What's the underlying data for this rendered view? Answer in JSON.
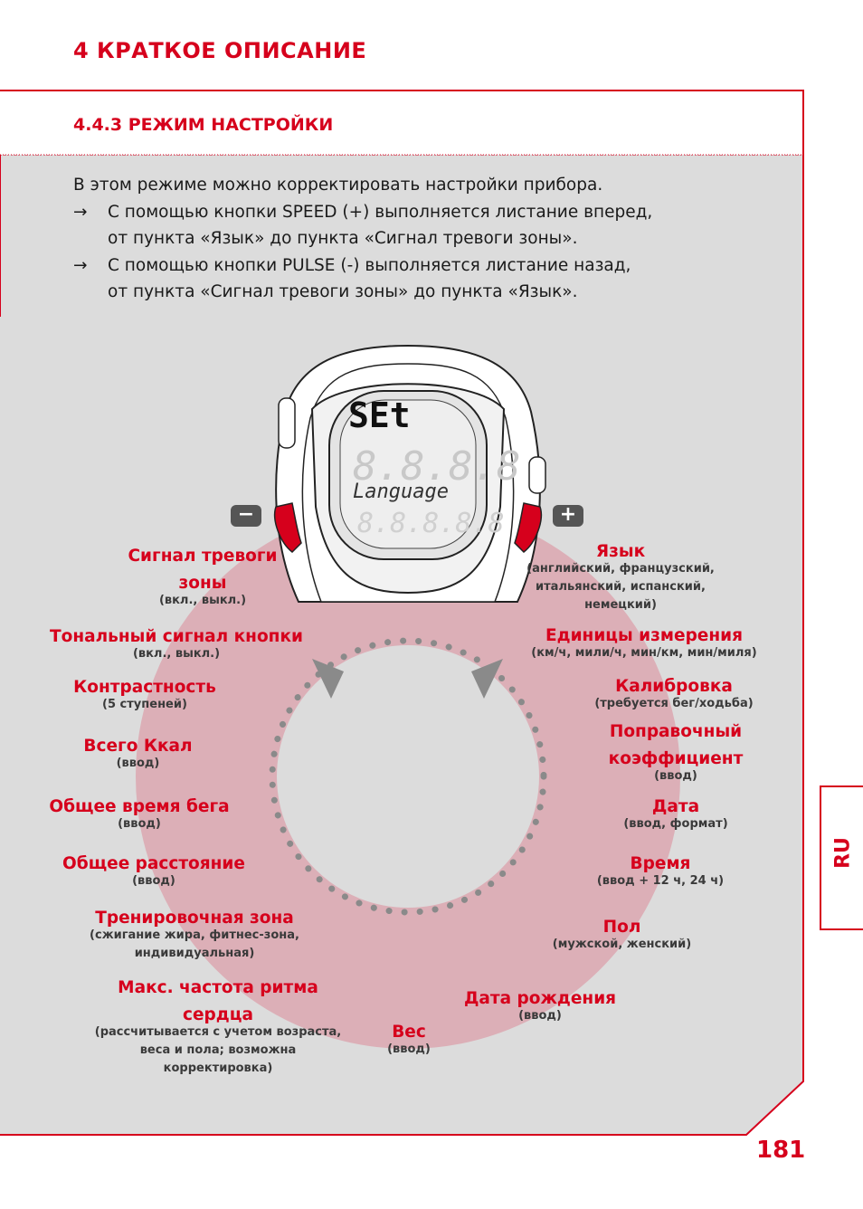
{
  "chapter_title": "4 КРАТКОЕ ОПИСАНИЕ",
  "section_title": "4.4.3 РЕЖИМ НАСТРОЙКИ",
  "intro": {
    "line1": "В этом режиме можно корректировать настройки прибора.",
    "bullet1_line1": "С помощью кнопки SPEED (+) выполняется листание вперед,",
    "bullet1_line2": "от пункта «Язык» до пункта «Сигнал тревоги зоны».",
    "bullet2_line1": "С помощью кнопки PULSE (-) выполняется листание назад,",
    "bullet2_line2": "от пункта «Сигнал тревоги зоны» до пункта «Язык».",
    "arrow_glyph": "→"
  },
  "watch": {
    "display_top": "SEt",
    "display_middle": "Language",
    "minus_label": "−",
    "plus_label": "+"
  },
  "left_items": [
    {
      "title1": "Сигнал тревоги",
      "title2": "зоны",
      "sub1": "(вкл., выкл.)"
    },
    {
      "title1": "Тональный сигнал кнопки",
      "sub1": "(вкл., выкл.)"
    },
    {
      "title1": "Контрастность",
      "sub1": "(5 ступеней)"
    },
    {
      "title1": "Всего Ккал",
      "sub1": "(ввод)"
    },
    {
      "title1": "Общее время бега",
      "sub1": "(ввод)"
    },
    {
      "title1": "Общее расстояние",
      "sub1": "(ввод)"
    },
    {
      "title1": "Тренировочная зона",
      "sub1": "(сжигание жира, фитнес-зона,",
      "sub2": "индивидуальная)"
    },
    {
      "title1": "Макс. частота ритма",
      "title2": "сердца",
      "sub1": "(рассчитывается с учетом возраста,",
      "sub2": "веса и пола; возможна",
      "sub3": "корректировка)"
    },
    {
      "title1": "Вес",
      "sub1": "(ввод)"
    }
  ],
  "right_items": [
    {
      "title1": "Язык",
      "sub1": "(английский, французский,",
      "sub2": "итальянский, испанский,",
      "sub3": "немецкий)"
    },
    {
      "title1": "Единицы измерения",
      "sub1": "(км/ч, мили/ч, мин/км, мин/миля)"
    },
    {
      "title1": "Калибровка",
      "sub1": "(требуется бег/ходьба)"
    },
    {
      "title1": "Поправочный",
      "title2": "коэффициент",
      "sub1": "(ввод)"
    },
    {
      "title1": "Дата",
      "sub1": "(ввод, формат)"
    },
    {
      "title1": "Время",
      "sub1": "(ввод + 12 ч, 24 ч)"
    },
    {
      "title1": "Пол",
      "sub1": "(мужской, женский)"
    },
    {
      "title1": "Дата рождения",
      "sub1": "(ввод)"
    }
  ],
  "side_tab": "RU",
  "page_number": "181",
  "colors": {
    "accent": "#d6001c",
    "panel": "#dcdcdc",
    "ring": "#dcafb7"
  }
}
